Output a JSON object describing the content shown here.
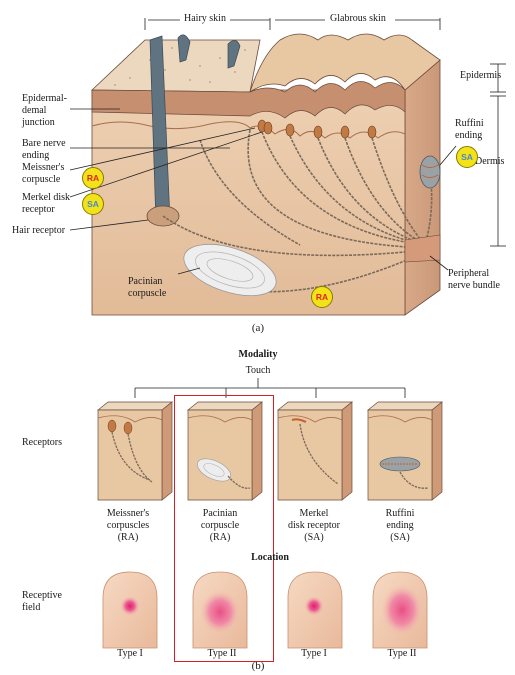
{
  "colors": {
    "skin": "#e9c7a6",
    "skin_dark": "#cf9a77",
    "epidermis": "#c99a7a",
    "hair": "#5f7380",
    "badge": "#f2e21a",
    "ra_text": "#e8231d",
    "sa_text": "#4a86c8",
    "highlight": "#d81f26",
    "field_spot": "#e32b6d"
  },
  "panel_a": {
    "top_labels": {
      "hairy": "Hairy skin",
      "glabrous": "Glabrous skin"
    },
    "right_labels": {
      "epidermis": "Epidermis",
      "dermis": "Dermis",
      "ruffini": [
        "Ruffini",
        "ending"
      ],
      "peripheral": [
        "Peripheral",
        "nerve bundle"
      ]
    },
    "left_labels": {
      "epidermal_junction": [
        "Epidermal-",
        "demal",
        "junction"
      ],
      "bare_nerve": [
        "Bare nerve",
        "ending"
      ],
      "meissner": [
        "Meissner's",
        "corpuscle"
      ],
      "merkel": [
        "Merkel disk",
        "receptor"
      ],
      "hair_receptor": "Hair receptor",
      "pacinian": [
        "Pacinian",
        "corpuscle"
      ]
    },
    "badges": {
      "ra": "RA",
      "sa": "SA"
    },
    "caption": "(a)"
  },
  "panel_b": {
    "modality_title": "Modality",
    "touch": "Touch",
    "receptors_label": "Receptors",
    "location_title": "Location",
    "receptive_field_label": [
      "Receptive",
      "field"
    ],
    "columns": [
      {
        "name": [
          "Meissner's",
          "corpuscles",
          "(RA)"
        ],
        "type": "Type I"
      },
      {
        "name": [
          "Pacinian",
          "corpuscle",
          "(RA)"
        ],
        "type": "Type II"
      },
      {
        "name": [
          "Merkel",
          "disk receptor",
          "(SA)"
        ],
        "type": "Type I"
      },
      {
        "name": [
          "Ruffini",
          "ending",
          "(SA)"
        ],
        "type": "Type II"
      }
    ],
    "caption": "(b)"
  }
}
